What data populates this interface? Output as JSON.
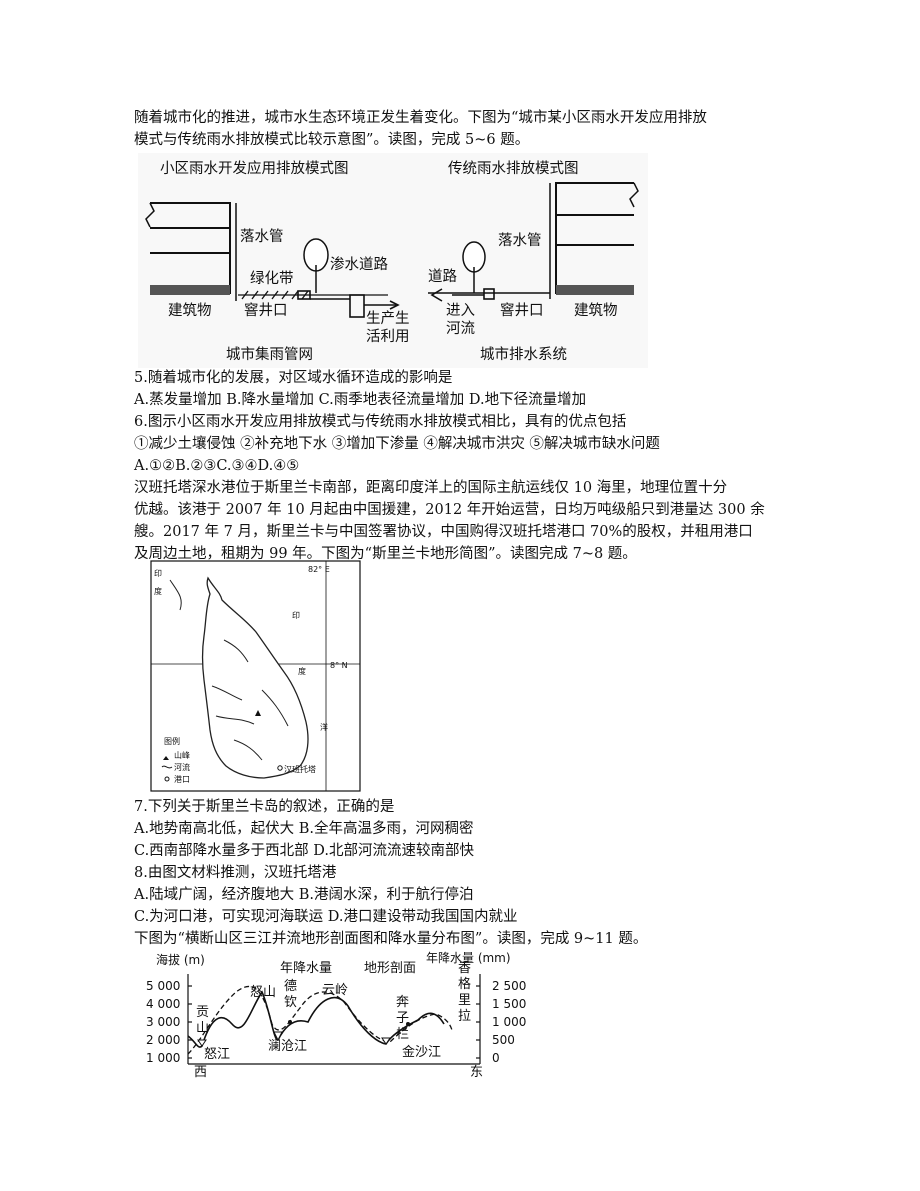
{
  "intro1": {
    "line1": "随着城市化的推进，城市水生态环境正发生着变化。下图为“城市某小区雨水开发应用排放",
    "line2": "模式与传统雨水排放模式比较示意图”。读图，完成 5~6 题。"
  },
  "fig1": {
    "left_title": "小区雨水开发应用排放模式图",
    "right_title": "传统雨水排放模式图",
    "downpipe_l": "落水管",
    "green_belt": "绿化带",
    "permeable_road": "渗水道路",
    "building_l": "建筑物",
    "manhole_l": "窨井口",
    "reuse_1": "生产生",
    "reuse_2": "活利用",
    "collect_net": "城市集雨管网",
    "downpipe_r": "落水管",
    "road": "道路",
    "river_1": "进入",
    "river_2": "河流",
    "manhole_r": "窨井口",
    "building_r": "建筑物",
    "drain_sys": "城市排水系统"
  },
  "q5": {
    "stem": "5.随着城市化的发展，对区域水循环造成的影响是",
    "options": "A.蒸发量增加 B.降水量增加 C.雨季地表径流量增加 D.地下径流量增加"
  },
  "q6": {
    "stem": "6.图示小区雨水开发应用排放模式与传统雨水排放模式相比，具有的优点包括",
    "items": "①减少土壤侵蚀 ②补充地下水 ③增加下渗量 ④解决城市洪灾 ⑤解决城市缺水问题",
    "options": "A.①②B.②③C.③④D.④⑤"
  },
  "intro2": {
    "line1": "汉班托塔深水港位于斯里兰卡南部，距离印度洋上的国际主航运线仅 10 海里，地理位置十分",
    "line2": "优越。该港于 2007 年 10 月起由中国援建，2012 年开始运营，日均万吨级船只到港量达 300 余",
    "line3": "艘。2017 年 7 月，斯里兰卡与中国签署协议，中国购得汉班托塔港口 70%的股权，并租用港口",
    "line4": "及周边土地，租期为 99 年。下图为“斯里兰卡地形简图”。读图完成 7~8 题。"
  },
  "map": {
    "lon": "82° E",
    "lat": "8° N",
    "yin_l": "印",
    "du_l": "度",
    "yin_r": "印",
    "du_r": "度",
    "yang": "洋",
    "legend_title": "图例",
    "legend_peak": "山峰",
    "legend_river": "河流",
    "legend_port": "港口",
    "port_name": "汉班托塔"
  },
  "q7": {
    "stem": "7.下列关于斯里兰卡岛的叙述，正确的是",
    "opt1": "A.地势南高北低，起伏大 B.全年高温多雨，河网稠密",
    "opt2": "C.西南部降水量多于西北部 D.北部河流流速较南部快"
  },
  "q8": {
    "stem": "8.由图文材料推测，汉班托塔港",
    "opt1": "A.陆域广阔，经济腹地大 B.港阔水深，利于航行停泊",
    "opt2": "C.为河口港，可实现河海联运 D.港口建设带动我国国内就业"
  },
  "intro3": {
    "line1": "下图为“横断山区三江并流地形剖面图和降水量分布图”。读图，完成 9~11 题。"
  },
  "profile": {
    "y_left_title": "海拔 (m)",
    "y_right_title": "年降水量 (mm)",
    "left_ticks": [
      "5 000",
      "4 000",
      "3 000",
      "2 000",
      "1 000"
    ],
    "right_ticks": [
      "2 500",
      "1 500",
      "1 000",
      "500",
      "0"
    ],
    "precip_label": "年降水量",
    "terrain_label": "地形剖面",
    "nujiang_mtn": "怒山",
    "deqin_1": "德",
    "deqin_2": "钦",
    "yunling": "云岭",
    "gongshan_1": "贡",
    "gongshan_2": "山",
    "benzilan_1": "奔",
    "benzilan_2": "子",
    "benzilan_3": "栏",
    "shangri_1": "香",
    "shangri_2": "格",
    "shangri_3": "里",
    "shangri_4": "拉",
    "nujiang": "怒江",
    "lancang": "澜沧江",
    "jinsha": "金沙江",
    "west": "西",
    "east": "东"
  }
}
